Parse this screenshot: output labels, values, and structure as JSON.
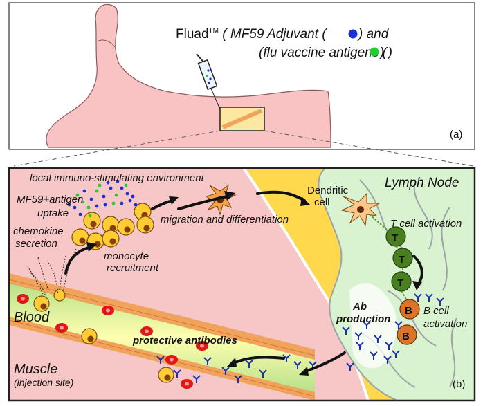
{
  "top": {
    "product": "Fluad",
    "trademark": "TM",
    "open": " ( ",
    "adjuvant": "MF59 Adjuvant (",
    "adjuvant_close": ") and",
    "antigens": "(flu vaccine antigens (",
    "antigens_close": ") )",
    "panel_label": "(a)"
  },
  "bottom": {
    "panel_label": "(b)",
    "environment": "local immuno-stimulating environment",
    "mf59_antigen": "MF59+antigen",
    "uptake": "uptake",
    "chemokine": "chemokine",
    "secretion": "secretion",
    "monocyte": "monocyte",
    "recruitment": "recruitment",
    "migration": "migration and differentiation",
    "dendritic": "Dendritic",
    "cell": "cell",
    "lymph_node": "Lymph Node",
    "t_activation": "T cell activation",
    "b_cell": "B cell",
    "activation": "activation",
    "ab": "Ab",
    "production": "production",
    "blood": "Blood",
    "protective": "protective antibodies",
    "muscle": "Muscle",
    "injection_site": "(injection site)",
    "t_letter": "T",
    "b_letter": "B"
  },
  "colors": {
    "adjuvant": "#1a2fd6",
    "antigen": "#22cc33",
    "muscle": "#f7c6c6",
    "vessel": "#f0a35a",
    "blood_plasma": "#cfe9a8",
    "lymph": "#d9f2cf",
    "border_yellow": "#ffd84d",
    "t_cell": "#4a7f1f",
    "b_cell": "#d9742a",
    "monocyte": "#ffcc33",
    "rbc": "#e01818",
    "antibody": "#1a2fb0"
  }
}
